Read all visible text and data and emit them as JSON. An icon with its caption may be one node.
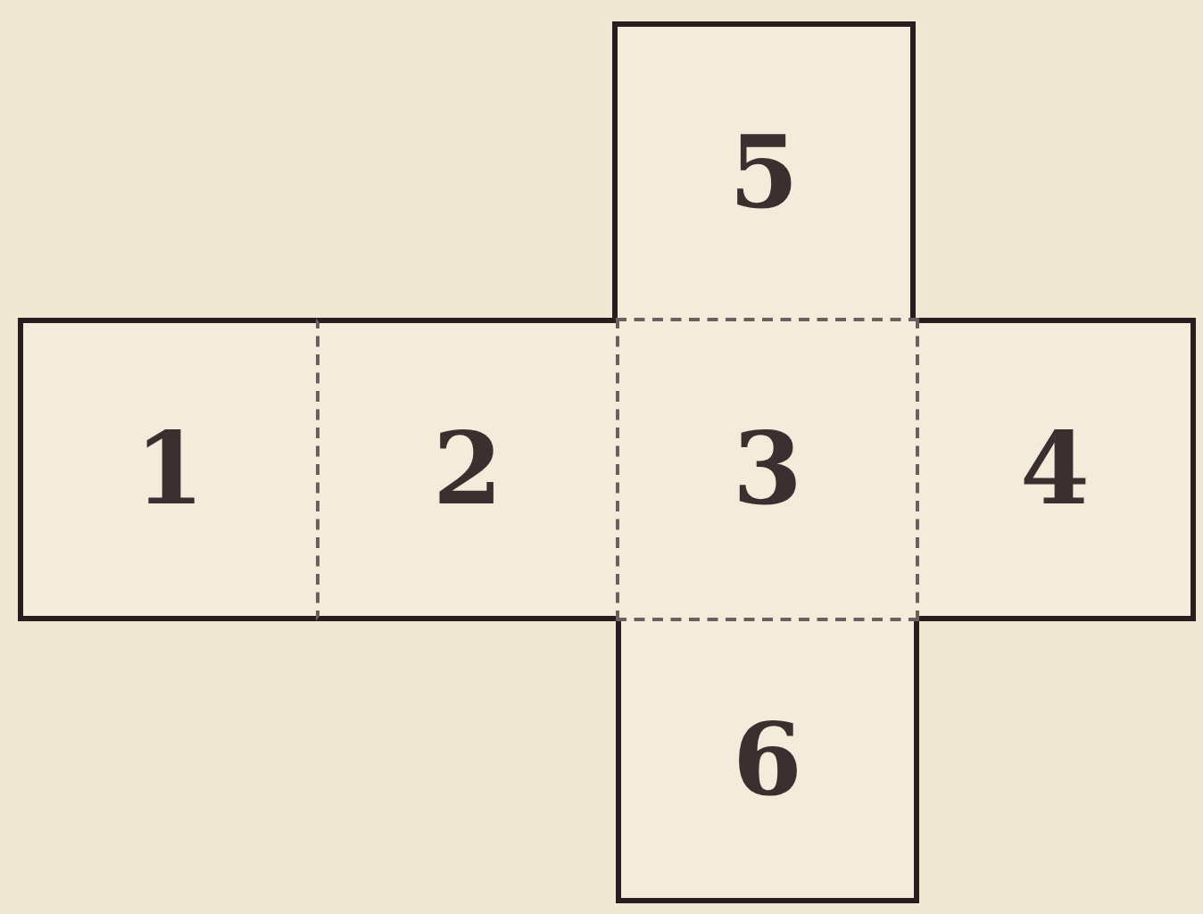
{
  "diagram": {
    "nodes": [
      {
        "text": [
          "5"
        ]
      },
      {
        "text": [
          "1"
        ]
      },
      {
        "text": [
          "2"
        ]
      },
      {
        "text": [
          "3"
        ]
      },
      {
        "text": [
          "4"
        ]
      },
      {
        "text": [
          "6"
        ]
      }
    ]
  }
}
